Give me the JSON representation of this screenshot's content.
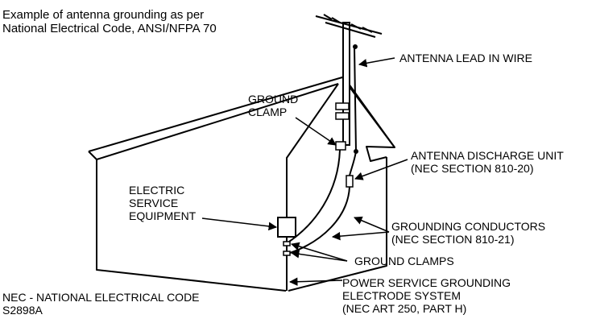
{
  "caption": {
    "line1": "Example of antenna grounding as per",
    "line2": "National Electrical Code, ANSI/NFPA 70"
  },
  "labels": {
    "lead_in_wire": "ANTENNA LEAD IN WIRE",
    "ground_clamp": {
      "line1": "GROUND",
      "line2": "CLAMP"
    },
    "discharge_unit": {
      "line1": "ANTENNA DISCHARGE UNIT",
      "line2": "(NEC SECTION 810-20)"
    },
    "electric_service": {
      "line1": "ELECTRIC",
      "line2": "SERVICE",
      "line3": "EQUIPMENT"
    },
    "grounding_conductors": {
      "line1": "GROUNDING CONDUCTORS",
      "line2": "(NEC SECTION 810-21)"
    },
    "ground_clamps": "GROUND CLAMPS",
    "power_service": {
      "line1": "POWER SERVICE GROUNDING",
      "line2": "ELECTRODE SYSTEM",
      "line3": "(NEC ART 250, PART H)"
    }
  },
  "footer": {
    "nec": "NEC - NATIONAL ELECTRICAL CODE",
    "code": "S2898A"
  }
}
